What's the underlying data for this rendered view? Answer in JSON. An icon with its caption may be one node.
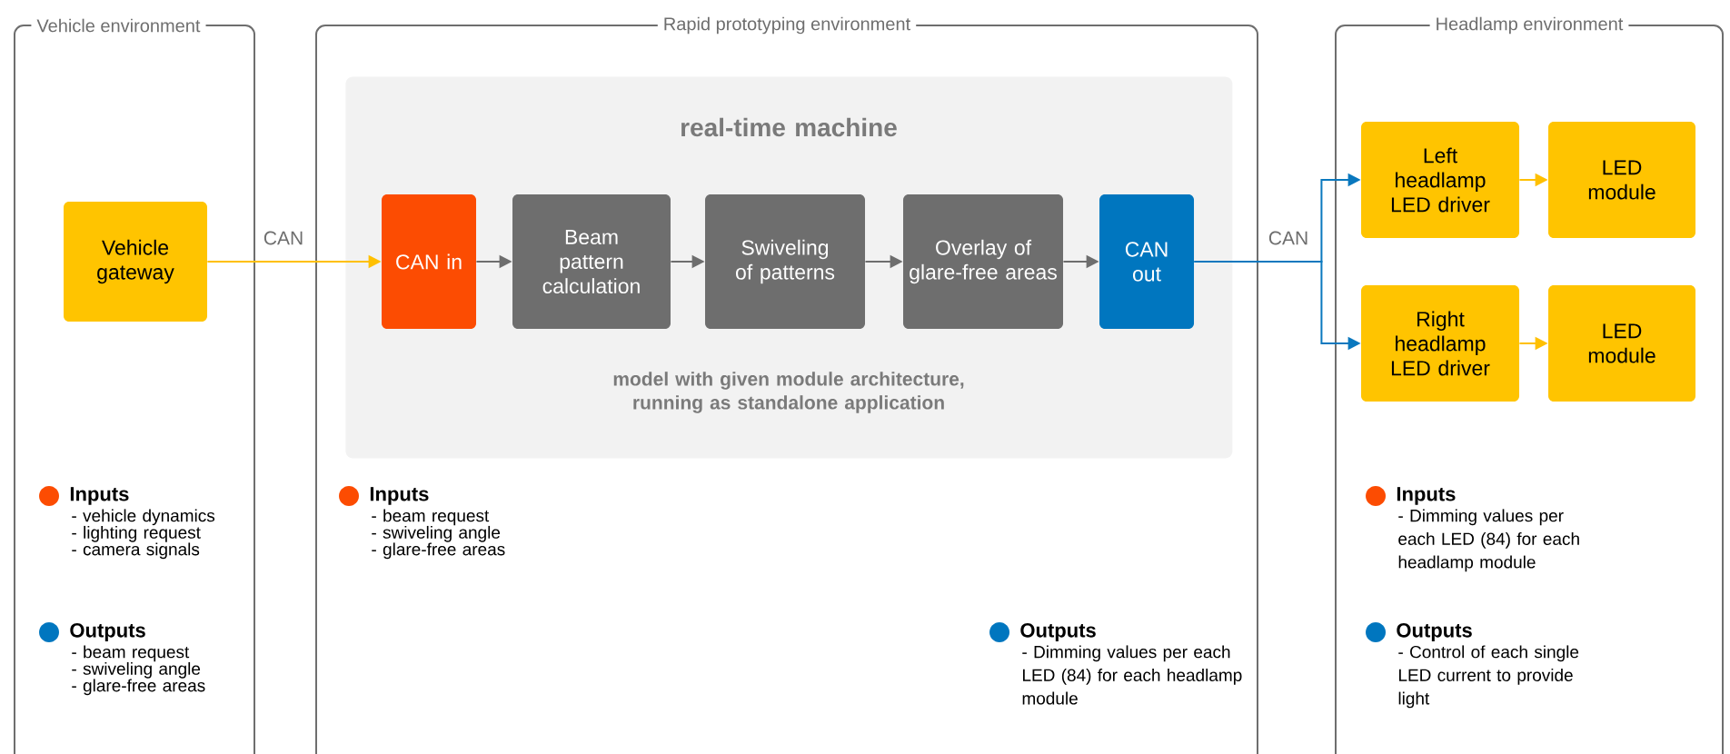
{
  "diagram": {
    "nodes": [
      {
        "text": [
          "Vehicle environment"
        ]
      },
      {
        "text": [
          "Vehicle gateway"
        ],
        "in": 0
      },
      {
        "text": [
          "Rapid prototyping environment"
        ]
      },
      {
        "text": [
          "real-time machine",
          "model with given module architecture, running as standalone application"
        ],
        "in": 2
      },
      {
        "text": [
          "CAN in"
        ],
        "in": 3
      },
      {
        "text": [
          "Beam pattern calculation"
        ],
        "in": 3
      },
      {
        "text": [
          "Swiveling of patterns"
        ],
        "in": 3
      },
      {
        "text": [
          "Overlay of glare-free areas"
        ],
        "in": 3
      },
      {
        "text": [
          "CAN out"
        ],
        "in": 3
      },
      {
        "text": [
          "Headlamp environment"
        ]
      },
      {
        "text": [
          "Left headlamp LED driver"
        ],
        "in": 9
      },
      {
        "text": [
          "LED module"
        ],
        "in": 9
      },
      {
        "text": [
          "Right headlamp LED driver"
        ],
        "in": 9
      },
      {
        "text": [
          "LED module"
        ],
        "in": 9
      }
    ],
    "edges": [
      {
        "from": 1,
        "to": 4,
        "arrow": "to",
        "label": "CAN",
        "color": "#ffc000"
      },
      {
        "from": 4,
        "to": 5,
        "arrow": "to"
      },
      {
        "from": 5,
        "to": 6,
        "arrow": "to"
      },
      {
        "from": 6,
        "to": 7,
        "arrow": "to"
      },
      {
        "from": 7,
        "to": 8,
        "arrow": "to"
      },
      {
        "from": 8,
        "to": 10,
        "arrow": "to",
        "label": "CAN",
        "color": "#0a78be"
      },
      {
        "from": 8,
        "to": 12,
        "arrow": "to",
        "color": "#0a78be"
      },
      {
        "from": 10,
        "to": 11,
        "arrow": "to",
        "color": "#ffc000"
      },
      {
        "from": 12,
        "to": 13,
        "arrow": "to",
        "color": "#ffc000"
      }
    ],
    "labels": [
      "Inputs",
      "- vehicle dynamics",
      "- lighting request",
      "- camera signals",
      "Outputs",
      "- beam request",
      "- swiveling angle",
      "- glare-free areas",
      "Inputs",
      "- beam request",
      "- swiveling angle",
      "- glare-free areas",
      "Outputs",
      "- Dimming values per each LED (84) for each headlamp module",
      "Inputs",
      "- Dimming values per each LED (84) for each headlamp module",
      "Outputs",
      "- Control of each single LED current to provide light"
    ]
  }
}
